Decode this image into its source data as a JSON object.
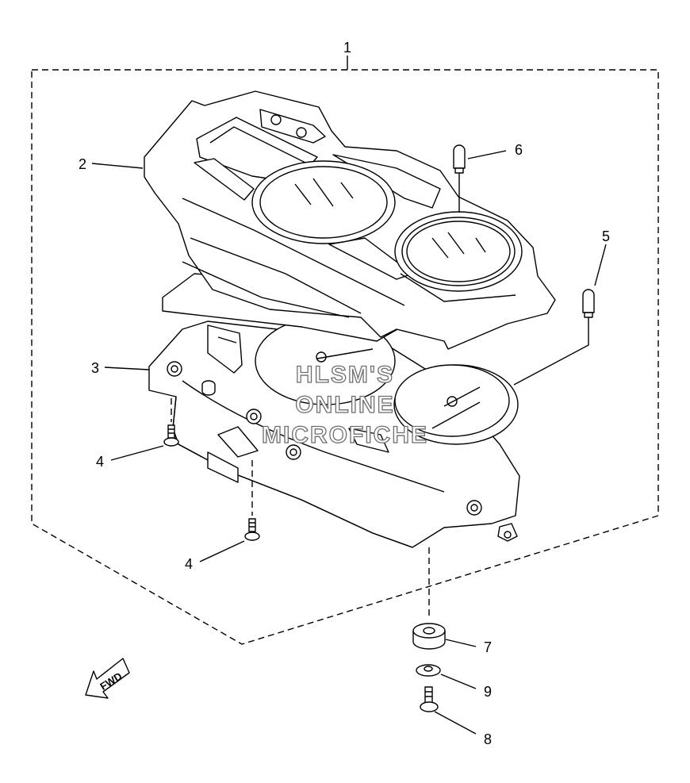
{
  "diagram": {
    "callouts": {
      "c1": "1",
      "c2": "2",
      "c3": "3",
      "c4a": "4",
      "c4b": "4",
      "c5": "5",
      "c6": "6",
      "c7": "7",
      "c8": "8",
      "c9": "9"
    },
    "watermark": [
      "HLSM'S",
      "ONLINE",
      "MICROFICHE"
    ],
    "fwd_label": "FWD"
  }
}
